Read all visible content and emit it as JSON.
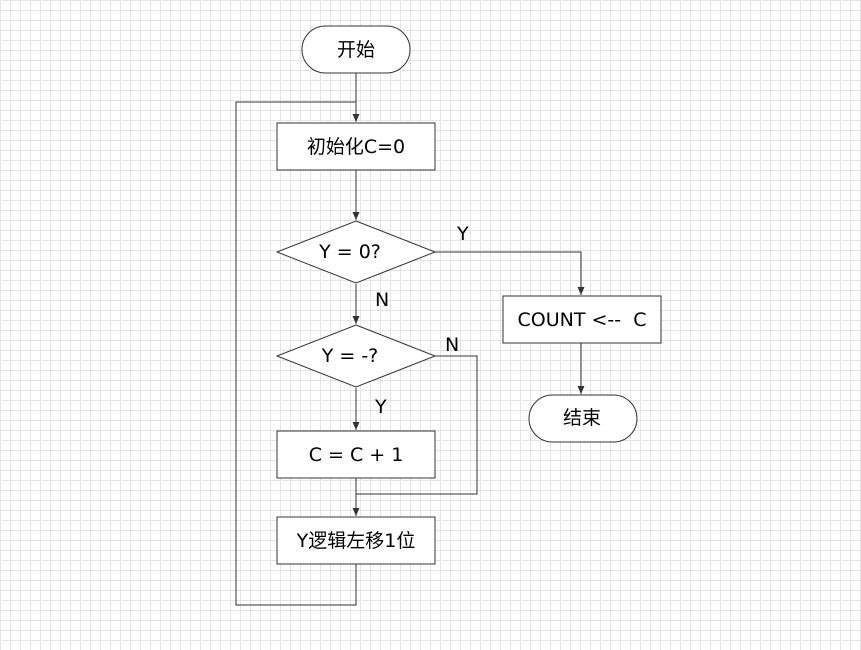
{
  "nodes": {
    "start": "开始",
    "init": "初始化C=0",
    "cond_zero": "Y = 0?",
    "cond_neg": "Y = -?",
    "increment": "C = C + 1",
    "shift": "Y逻辑左移1位",
    "assign": "COUNT <--  C",
    "end": "结束"
  },
  "edge_labels": {
    "zero_yes": "Y",
    "zero_no": "N",
    "neg_yes": "Y",
    "neg_no": "N"
  },
  "colors": {
    "stroke": "#333333",
    "fill": "#ffffff",
    "grid": "#e4e4e4"
  }
}
